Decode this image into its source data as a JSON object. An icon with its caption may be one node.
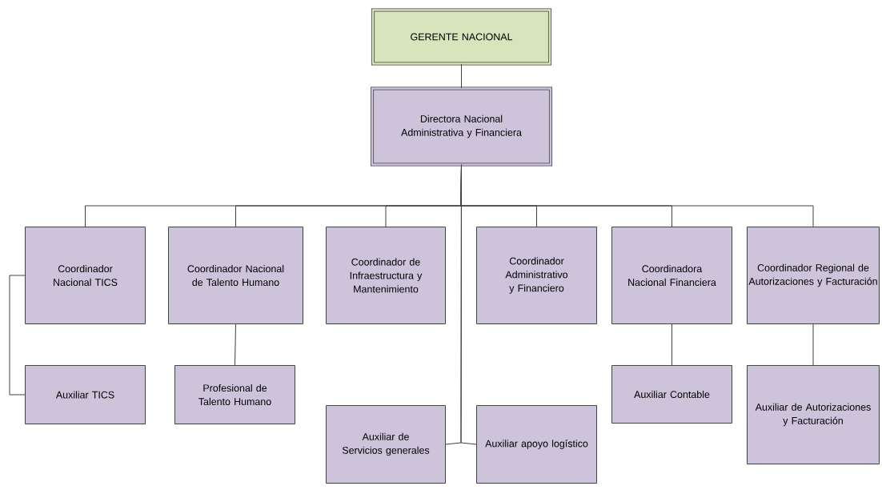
{
  "diagram": {
    "nodes": [
      {
        "text": [
          "GERENTE NACIONAL"
        ]
      },
      {
        "text": [
          "Directora Nacional Administrativa y Financiera"
        ]
      },
      {
        "text": [
          "Coordinador Nacional TICS"
        ]
      },
      {
        "text": [
          "Coordinador Nacional de Talento Humano"
        ]
      },
      {
        "text": [
          "Coordinador de Infraestructura y Mantenimiento"
        ]
      },
      {
        "text": [
          "Coordinador Administrativo y Financiero"
        ]
      },
      {
        "text": [
          "Coordinadora Nacional Financiera"
        ]
      },
      {
        "text": [
          "Coordinador Regional de Autorizaciones y Facturación"
        ]
      },
      {
        "text": [
          "Auxiliar TICS"
        ]
      },
      {
        "text": [
          "Profesional de Talento Humano"
        ]
      },
      {
        "text": [
          "Auxiliar de Servicios generales"
        ]
      },
      {
        "text": [
          "Auxiliar apoyo logístico"
        ]
      },
      {
        "text": [
          "Auxiliar Contable"
        ]
      },
      {
        "text": [
          "Auxiliar de Autorizaciones y Facturación"
        ]
      }
    ],
    "edges": [
      {
        "from": 0,
        "to": 1,
        "arrow": "none"
      },
      {
        "from": 1,
        "to": 2,
        "arrow": "none"
      },
      {
        "from": 1,
        "to": 3,
        "arrow": "none"
      },
      {
        "from": 1,
        "to": 4,
        "arrow": "none"
      },
      {
        "from": 1,
        "to": 5,
        "arrow": "none"
      },
      {
        "from": 1,
        "to": 6,
        "arrow": "none"
      },
      {
        "from": 1,
        "to": 7,
        "arrow": "none"
      },
      {
        "from": 1,
        "to": 10,
        "arrow": "none"
      },
      {
        "from": 1,
        "to": 11,
        "arrow": "none"
      },
      {
        "from": 2,
        "to": 8,
        "arrow": "none"
      },
      {
        "from": 3,
        "to": 9,
        "arrow": "none"
      },
      {
        "from": 6,
        "to": 12,
        "arrow": "none"
      },
      {
        "from": 7,
        "to": 13,
        "arrow": "none"
      }
    ]
  }
}
